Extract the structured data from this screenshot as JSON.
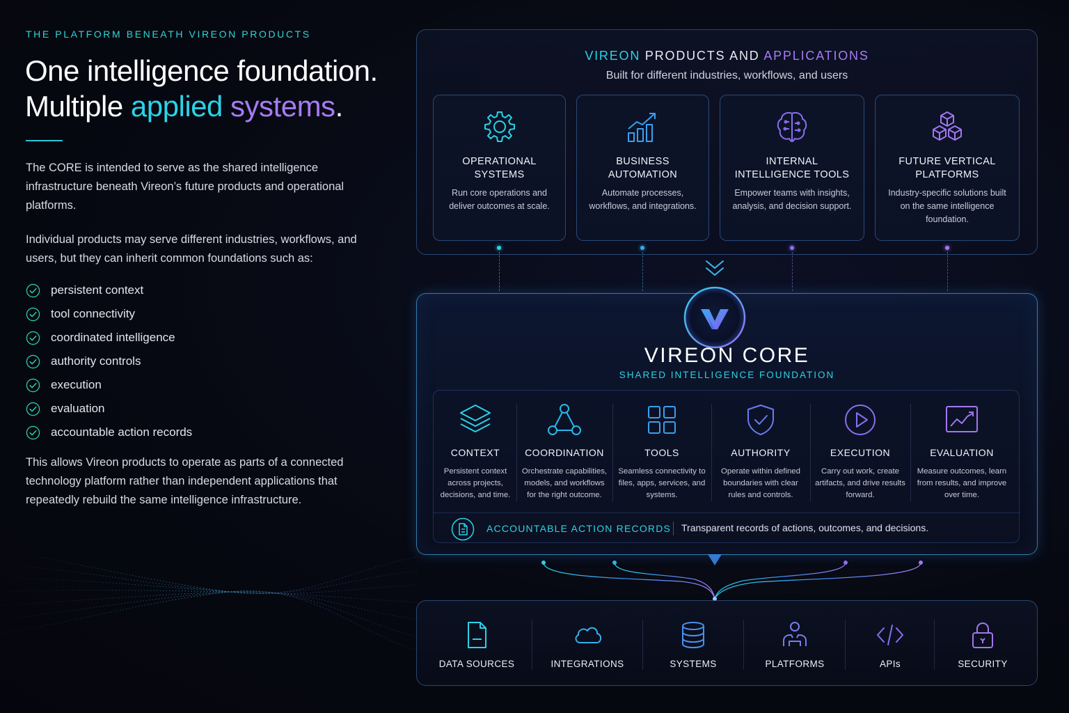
{
  "left": {
    "eyebrow": "THE PLATFORM BENEATH VIREON PRODUCTS",
    "headline_line1": "One intelligence foundation.",
    "headline_line2_a": "Multiple ",
    "headline_line2_b": "applied",
    "headline_line2_c": " systems",
    "headline_line2_d": ".",
    "para1": "The CORE is intended to serve as the shared intelligence infrastructure beneath Vireon’s future products and operational platforms.",
    "para2": "Individual products may serve different industries, workflows, and users, but they can inherit common foundations such as:",
    "checklist": [
      "persistent context",
      "tool connectivity",
      "coordinated intelligence",
      "authority controls",
      "execution",
      "evaluation",
      "accountable action records"
    ],
    "para3": "This allows Vireon products to operate as parts of a connected technology platform rather than independent applications that repeatedly rebuild the same intelligence infrastructure."
  },
  "products": {
    "title_a": "VIREON",
    "title_b": " PRODUCTS AND ",
    "title_c": "APPLICATIONS",
    "subtitle": "Built for different industries, workflows, and users",
    "cards": [
      {
        "title_l1": "OPERATIONAL",
        "title_l2": "SYSTEMS",
        "desc": "Run core operations and deliver outcomes at scale.",
        "icon": "gear-icon"
      },
      {
        "title_l1": "BUSINESS",
        "title_l2": "AUTOMATION",
        "desc": "Automate processes, workflows, and integrations.",
        "icon": "growth-chart-icon"
      },
      {
        "title_l1": "INTERNAL",
        "title_l2": "INTELLIGENCE TOOLS",
        "desc": "Empower teams with insights, analysis, and decision support.",
        "icon": "brain-icon"
      },
      {
        "title_l1": "FUTURE VERTICAL",
        "title_l2": "PLATFORMS",
        "desc": "Industry-specific solutions built on the same intelligence foundation.",
        "icon": "cubes-icon"
      }
    ]
  },
  "core": {
    "title": "VIREON CORE",
    "subtitle": "SHARED INTELLIGENCE FOUNDATION",
    "capabilities": [
      {
        "title": "CONTEXT",
        "desc": "Persistent context across projects, decisions, and time.",
        "icon": "layers-icon"
      },
      {
        "title": "COORDINATION",
        "desc": "Orchestrate capabilities, models, and workflows for the right outcome.",
        "icon": "network-icon"
      },
      {
        "title": "TOOLS",
        "desc": "Seamless connectivity to files, apps, services, and systems.",
        "icon": "grid-icon"
      },
      {
        "title": "AUTHORITY",
        "desc": "Operate within defined boundaries with clear rules and controls.",
        "icon": "shield-check-icon"
      },
      {
        "title": "EXECUTION",
        "desc": "Carry out work, create artifacts, and drive results forward.",
        "icon": "play-icon"
      },
      {
        "title": "EVALUATION",
        "desc": "Measure outcomes, learn from results, and improve over time.",
        "icon": "trend-icon"
      }
    ],
    "records_title": "ACCOUNTABLE ACTION RECORDS",
    "records_desc": "Transparent records of actions, outcomes, and decisions."
  },
  "base": {
    "items": [
      {
        "label": "DATA SOURCES",
        "icon": "document-icon"
      },
      {
        "label": "INTEGRATIONS",
        "icon": "cloud-icon"
      },
      {
        "label": "SYSTEMS",
        "icon": "database-icon"
      },
      {
        "label": "PLATFORMS",
        "icon": "people-icon"
      },
      {
        "label": "APIs",
        "icon": "code-icon"
      },
      {
        "label": "SECURITY",
        "icon": "lock-icon"
      }
    ]
  },
  "colors": {
    "cyan": "#2ad3e6",
    "violet": "#a67bf2",
    "background": "#070912"
  }
}
